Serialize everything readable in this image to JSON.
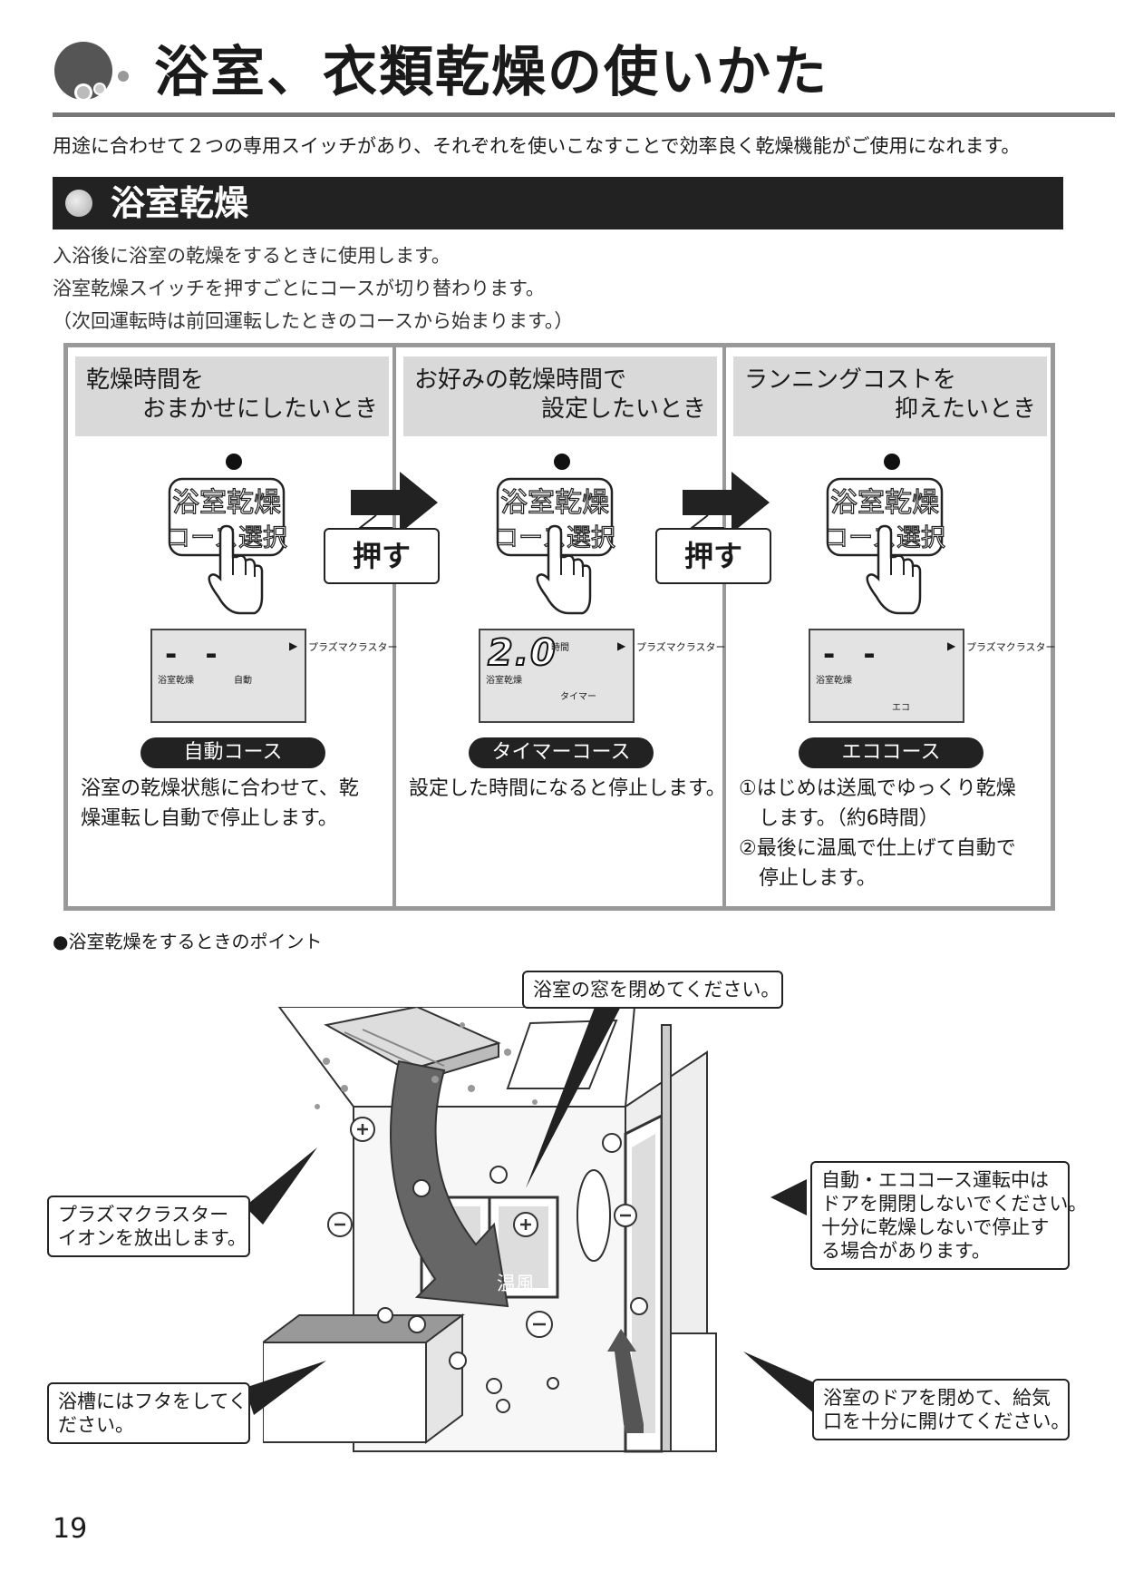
{
  "page": {
    "title": "浴室、衣類乾燥の使いかた",
    "intro": "用途に合わせて２つの専用スイッチがあり、それぞれを使いこなすことで効率良く乾燥機能がご使用になれます。",
    "number": "19"
  },
  "section": {
    "title": "浴室乾燥",
    "lines": [
      "入浴後に浴室の乾燥をするときに使用します。",
      "浴室乾燥スイッチを押すごとにコースが切り替わります。",
      "（次回運転時は前回運転したときのコースから始まります。）"
    ]
  },
  "button": {
    "line1": "浴室乾燥",
    "line2": "コース選択"
  },
  "push_label": "押す",
  "lcd": {
    "plasma": "プラズマクラスター",
    "bath_dry": "浴室乾燥",
    "dash": "- -",
    "arrow": "▶"
  },
  "courses": [
    {
      "head1": "乾燥時間を",
      "head2": "おまかせにしたいとき",
      "lcd_mode": "自動",
      "badge": "自動コース",
      "desc": [
        "浴室の乾燥状態に合わせて、乾",
        "燥運転し自動で停止します。"
      ]
    },
    {
      "head1": "お好みの乾燥時間で",
      "head2": "設定したいとき",
      "lcd_value": "2.0",
      "lcd_unit": "時間",
      "lcd_mode": "タイマー",
      "badge": "タイマーコース",
      "desc": [
        "設定した時間になると停止します。"
      ]
    },
    {
      "head1": "ランニングコストを",
      "head2": "抑えたいとき",
      "lcd_mode": "エコ",
      "badge": "エココース",
      "desc": [
        "①はじめは送風でゆっくり乾燥",
        "します。（約6時間）",
        "②最後に温風で仕上げて自動で",
        "停止します。"
      ]
    }
  ],
  "points": {
    "heading": "●浴室乾燥をするときのポイント",
    "window": "浴室の窓を閉めてください。",
    "plasma": [
      "プラズマクラスター",
      "イオンを放出します。"
    ],
    "door": [
      "自動・エココース運転中は",
      "ドアを開閉しないでください。",
      "十分に乾燥しないで停止す",
      "る場合があります。"
    ],
    "tub": [
      "浴槽にはフタをしてく",
      "ださい。"
    ],
    "vent": [
      "浴室のドアを閉めて、給気",
      "口を十分に開けてください。"
    ],
    "warm_air": "温風"
  }
}
